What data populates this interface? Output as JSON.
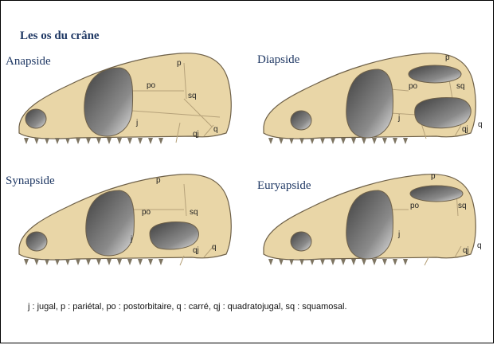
{
  "title": "Les os du crâne",
  "skulls": {
    "anapside": {
      "label": "Anapside",
      "bones": {
        "p": "p",
        "po": "po",
        "sq": "sq",
        "j": "j",
        "qj": "qj",
        "q": "q"
      }
    },
    "diapside": {
      "label": "Diapside",
      "bones": {
        "p": "p",
        "po": "po",
        "sq": "sq",
        "j": "j",
        "qj": "qj",
        "q": "q"
      }
    },
    "synapside": {
      "label": "Synapside",
      "bones": {
        "p": "p",
        "po": "po",
        "sq": "sq",
        "j": "j",
        "qj": "qj",
        "q": "q"
      }
    },
    "euryapside": {
      "label": "Euryapside",
      "bones": {
        "p": "p",
        "po": "po",
        "sq": "sq",
        "j": "j",
        "qj": "qj",
        "q": "q"
      }
    }
  },
  "caption": "j : jugal, p : pariétal, po : postorbitaire, q : carré, qj : quadratojugal, sq : squamosal.",
  "colors": {
    "bone": "#e9d6a7",
    "bone_outline": "#6e6048",
    "suture": "#b6a27a",
    "opening_dark": "#4b4b4b",
    "opening_light": "#d8d8d8",
    "teeth": "#7e7562",
    "label_text": "#1f3864"
  }
}
